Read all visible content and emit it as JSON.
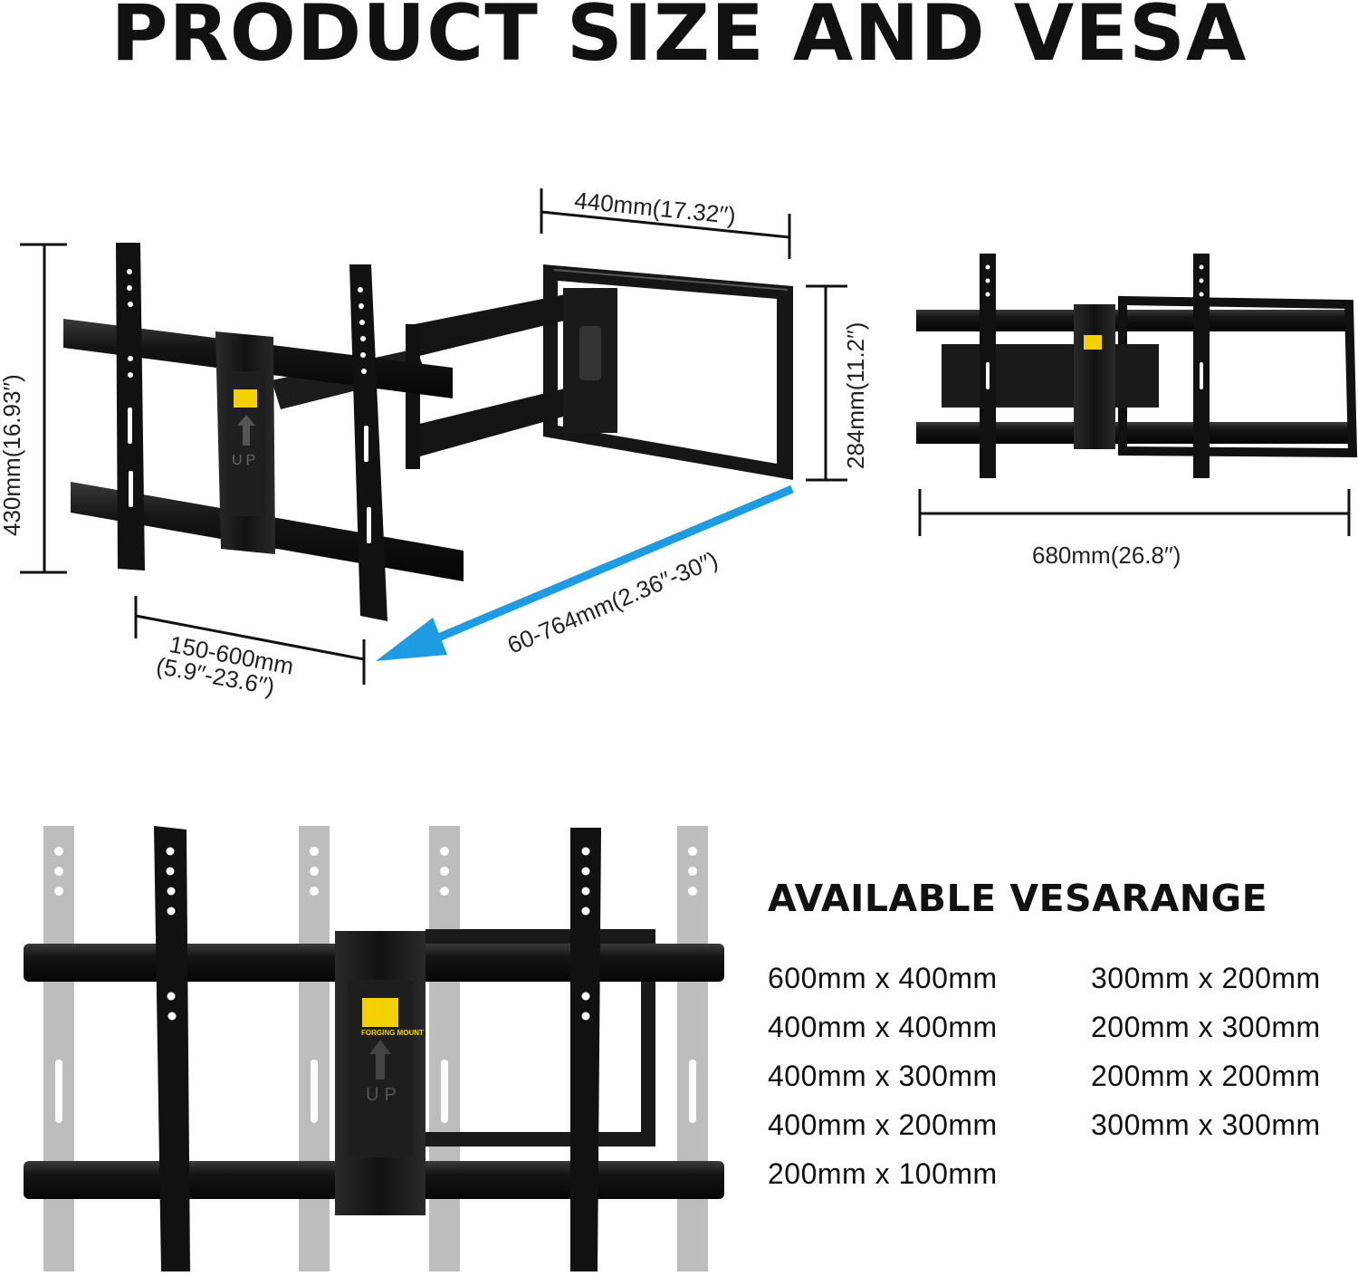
{
  "title": "PRODUCT SIZE AND VESA",
  "dimensions": {
    "arm_width": "440mm(17.32′′)",
    "arm_height": "284mm(11.2′′)",
    "total_height": "430mm(16.93′′)",
    "extension": "60-764mm(2.36′′-30′′)",
    "bracket_spacing_line1": "150-600mm",
    "bracket_spacing_line2": "(5.9′′-23.6′′)",
    "folded_width": "680mm(26.8′′)"
  },
  "brand": "FORGING MOUNT",
  "up_label": "UP",
  "vesa": {
    "heading": "AVAILABLE VESARANGE",
    "sizes": [
      "600mm x 400mm",
      "300mm x 200mm",
      "400mm x 400mm",
      "200mm x 300mm",
      "400mm x 300mm",
      "200mm x 200mm",
      "400mm x 200mm",
      "300mm x 300mm",
      "200mm x 100mm"
    ]
  },
  "colors": {
    "arrow_blue": "#1e9be3",
    "mount_black": "#111111",
    "ghost_gray": "#bdbdbd",
    "logo_yellow": "#f5d000"
  }
}
